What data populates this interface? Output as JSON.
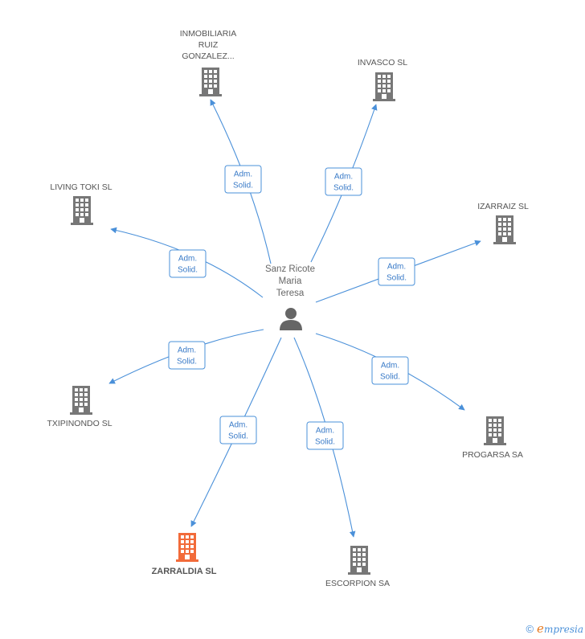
{
  "center": {
    "name_lines": [
      "Sanz Ricote",
      "Maria",
      "Teresa"
    ],
    "icon": "person-icon"
  },
  "role_label_lines": [
    "Adm.",
    "Solid."
  ],
  "companies": [
    {
      "id": "inmobiliaria-ruiz-gonzalez",
      "name_lines": [
        "INMOBILIARIA",
        "RUIZ",
        "GONZALEZ..."
      ],
      "icon": "building-icon",
      "highlight": false
    },
    {
      "id": "invasco-sl",
      "name_lines": [
        "INVASCO SL"
      ],
      "icon": "building-icon",
      "highlight": false
    },
    {
      "id": "living-toki-sl",
      "name_lines": [
        "LIVING TOKI SL"
      ],
      "icon": "building-icon",
      "highlight": false
    },
    {
      "id": "izarraiz-sl",
      "name_lines": [
        "IZARRAIZ SL"
      ],
      "icon": "building-icon",
      "highlight": false
    },
    {
      "id": "txipinondo-sl",
      "name_lines": [
        "TXIPINONDO SL"
      ],
      "icon": "building-icon",
      "highlight": false
    },
    {
      "id": "progarsa-sa",
      "name_lines": [
        "PROGARSA SA"
      ],
      "icon": "building-icon",
      "highlight": false
    },
    {
      "id": "zarraldia-sl",
      "name_lines": [
        "ZARRALDIA SL"
      ],
      "icon": "building-icon",
      "highlight": true
    },
    {
      "id": "escorpion-sa",
      "name_lines": [
        "ESCORPION SA"
      ],
      "icon": "building-icon",
      "highlight": false
    }
  ],
  "colors": {
    "edge": "#4a90d9",
    "building": "#777777",
    "building_highlight": "#f26b3a",
    "person": "#666666"
  },
  "footer": {
    "copyright_symbol": "©",
    "brand_first": "e",
    "brand_rest": "mpresia"
  }
}
